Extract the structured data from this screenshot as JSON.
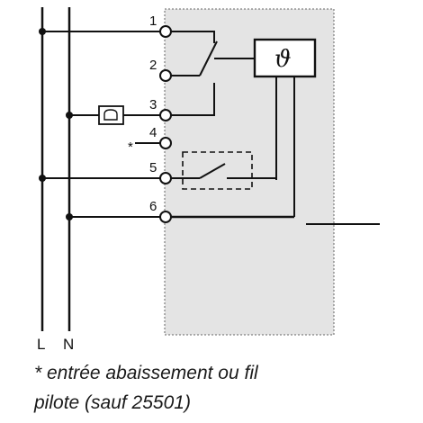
{
  "diagram": {
    "terminals": [
      "1",
      "2",
      "3",
      "4",
      "5",
      "6"
    ],
    "terminal_4_mark": "*",
    "thermostat_symbol": "ϑ",
    "line_labels": {
      "live": "L",
      "neutral": "N"
    },
    "colors": {
      "housing": "#e4e4e4",
      "wire": "#111111"
    },
    "icons": [
      "indicator-lamp-icon",
      "thermostat-sensor-icon",
      "switch-contact-icon"
    ]
  },
  "footnote": {
    "line1": "* entrée abaissement ou fil",
    "line2": "pilote (sauf 25501)"
  }
}
